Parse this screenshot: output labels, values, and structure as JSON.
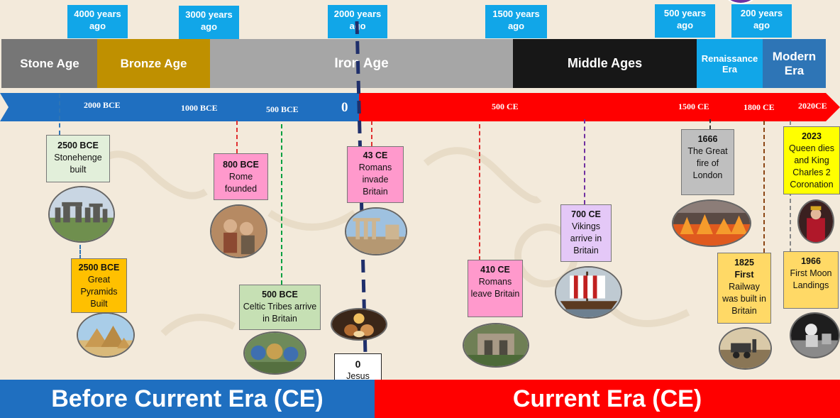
{
  "years_ago": [
    {
      "id": "4000",
      "text": "4000 years ago"
    },
    {
      "id": "3000",
      "text": "3000 years ago"
    },
    {
      "id": "2000",
      "text": "2000 years ago"
    },
    {
      "id": "1500",
      "text": "1500 years ago"
    },
    {
      "id": "500",
      "text": "500 years ago"
    },
    {
      "id": "200",
      "text": "200 years ago"
    }
  ],
  "eras": [
    {
      "label": "Stone Age",
      "color": "#767676"
    },
    {
      "label": "Bronze Age",
      "color": "#bf9000"
    },
    {
      "label": "Iron Age",
      "color": "#a6a6a6"
    },
    {
      "label": "Middle Ages",
      "color": "#171717"
    },
    {
      "label": "Renaissance Era",
      "color": "#11a6e8"
    },
    {
      "label": "Modern Era",
      "color": "#2e75b6"
    }
  ],
  "axis": {
    "bce_color": "#1f6fc0",
    "ce_color": "#ff0000",
    "ticks": [
      "2000 BCE",
      "1000 BCE",
      "500 BCE",
      "0",
      "500 CE",
      "1500 CE",
      "1800 CE",
      "2020CE"
    ]
  },
  "events": [
    {
      "year": "2500 BCE",
      "text": "Stonehenge built",
      "color": "#e2efda"
    },
    {
      "year": "2500 BCE",
      "text": "Great Pyramids Built",
      "color": "#ffc000"
    },
    {
      "year": "800 BCE",
      "text": "Rome founded",
      "color": "#ff99cc"
    },
    {
      "year": "500 BCE",
      "text": "Celtic Tribes arrive in Britain",
      "color": "#c6e0b4"
    },
    {
      "year": "43 CE",
      "text": "Romans invade Britain",
      "color": "#ff99cc"
    },
    {
      "year": "0",
      "text": "Jesus Christ Born",
      "color": "#ffffff"
    },
    {
      "year": "410 CE",
      "text": "Romans leave Britain",
      "color": "#ff99cc"
    },
    {
      "year": "700 CE",
      "text": "Vikings arrive in Britain",
      "color": "#e4c8f7"
    },
    {
      "year": "1666",
      "text": "The Great fire of London",
      "color": "#bfbfbf"
    },
    {
      "year": "1825",
      "text_bold": "First",
      "text": "Railway was built in Britain",
      "color": "#ffd966"
    },
    {
      "year": "2023",
      "text": "Queen dies and King Charles 2 Coronation",
      "color": "#ffff00"
    },
    {
      "year": "1966",
      "text": "First Moon Landings",
      "color": "#ffd966"
    }
  ],
  "banners": {
    "bce": "Before Current Era (CE)",
    "ce": "Current Era (CE)"
  }
}
